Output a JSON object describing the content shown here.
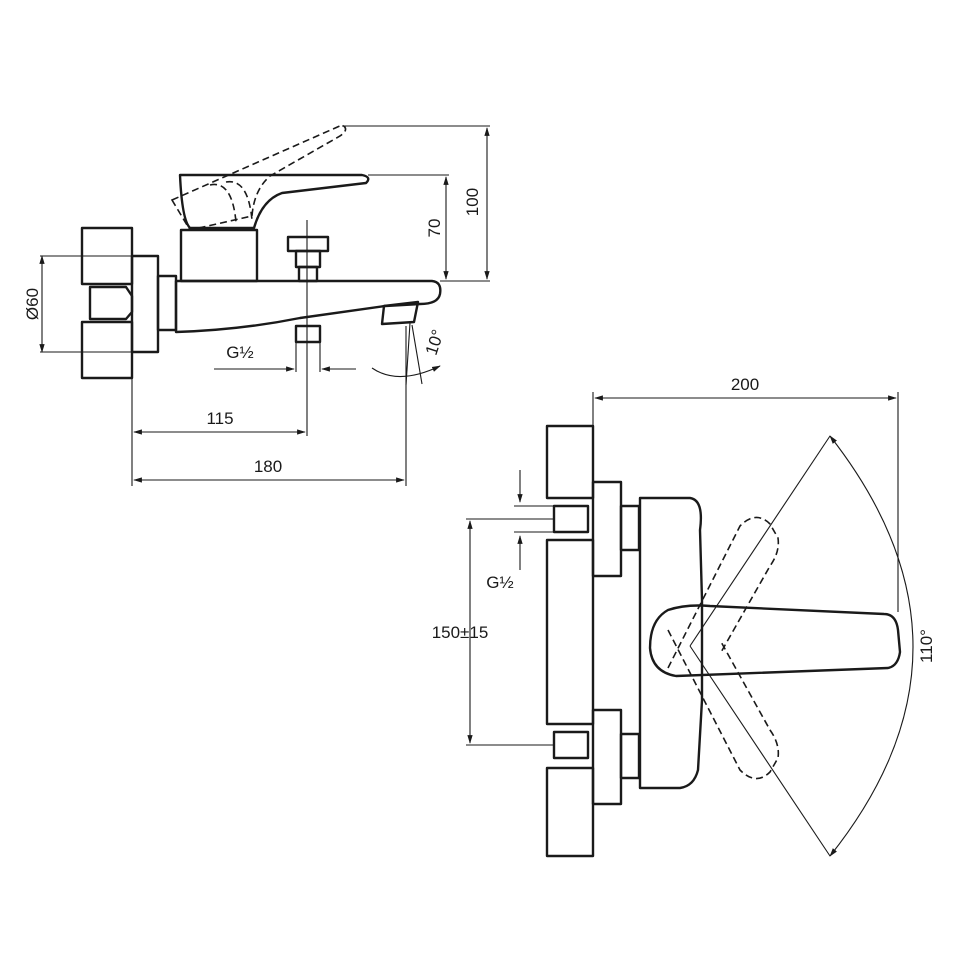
{
  "labels": {
    "dia": "Ø60",
    "thread_side": "G½",
    "dim_115": "115",
    "dim_180": "180",
    "dim_70": "70",
    "dim_100": "100",
    "angle_10": "10°",
    "dim_200": "200",
    "thread_front": "G½",
    "dim_150": "150±15",
    "angle_110": "110°"
  }
}
